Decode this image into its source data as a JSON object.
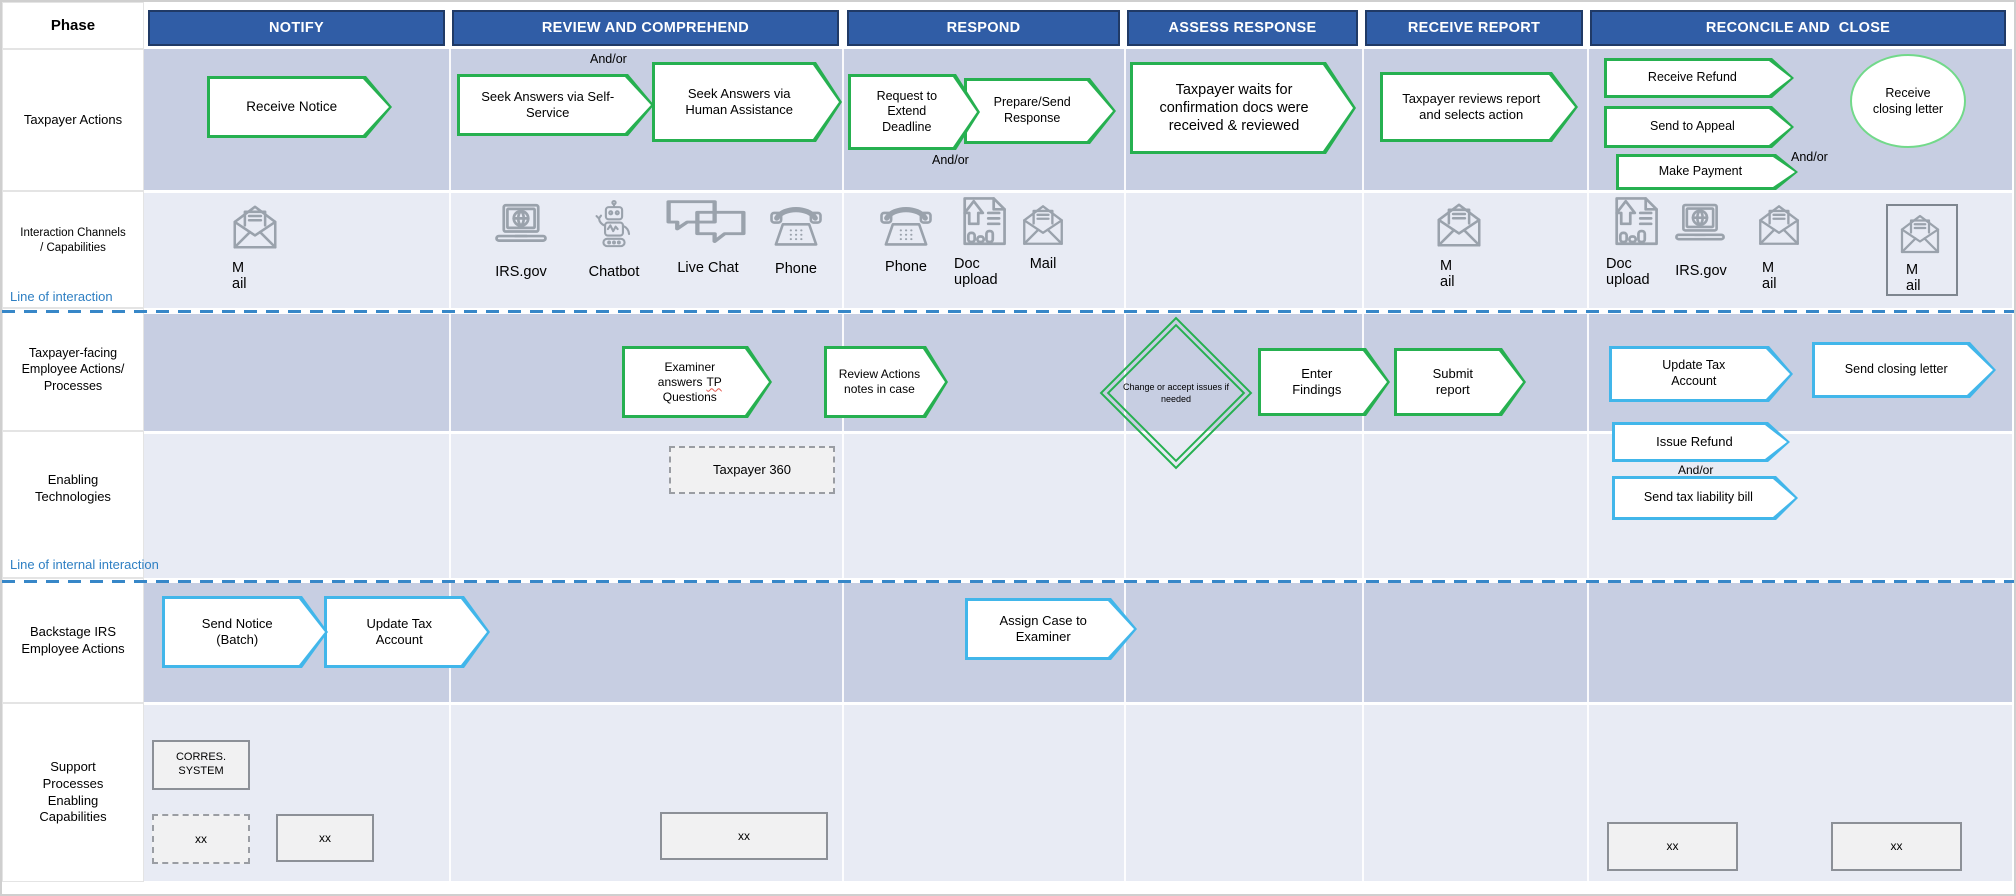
{
  "labels": {
    "and_or": "And/or"
  },
  "header": {
    "phase": "Phase",
    "notify": "NOTIFY",
    "review": "REVIEW AND COMPREHEND",
    "respond": "RESPOND",
    "assess": "ASSESS RESPONSE",
    "receive_report": "RECEIVE REPORT",
    "reconcile": "RECONCILE AND  CLOSE"
  },
  "row_labels": {
    "taxpayer_actions": "Taxpayer Actions",
    "channels": "Interaction Channels\n/ Capabilities",
    "employee": "Taxpayer-facing\nEmployee Actions/\nProcesses",
    "enabling": "Enabling\nTechnologies",
    "backstage": "Backstage IRS\nEmployee Actions",
    "support": "Support\nProcesses\nEnabling\nCapabilities"
  },
  "lines": {
    "interaction": "Line of interaction",
    "internal": "Line of internal interaction"
  },
  "taxpayer_actions": {
    "receive_notice": "Receive Notice",
    "seek_self": "Seek Answers via Self-Service",
    "seek_human": "Seek Answers via Human Assistance",
    "request_extend": "Request to Extend Deadline",
    "prepare_send": "Prepare/Send Response",
    "waits": "Taxpayer waits for confirmation docs were received & reviewed",
    "reviews_report": "Taxpayer reviews report and selects action",
    "receive_refund": "Receive Refund",
    "send_appeal": "Send to Appeal",
    "make_payment": "Make Payment",
    "closing_letter": "Receive closing letter"
  },
  "channels": {
    "notify_mail": "M\nail",
    "irs_gov": "IRS.gov",
    "chatbot": "Chatbot",
    "live_chat": "Live Chat",
    "phone_review": "Phone",
    "phone_respond": "Phone",
    "doc_upload_respond": "Doc\nupload",
    "mail_respond": "Mail",
    "mail_receive": "M\nail",
    "doc_upload_reconcile": "Doc\nupload",
    "irs_gov_reconcile": "IRS.gov",
    "mail_reconcile": "M\nail",
    "mail_boxed": "M\nail"
  },
  "employee": {
    "examiner_l1": "Examiner",
    "examiner_l2": "answers",
    "examiner_tp": "TP",
    "examiner_l3": "Questions",
    "review_actions": "Review Actions notes in case",
    "decision": "Change or accept issues if needed",
    "enter_findings": "Enter Findings",
    "submit_report": "Submit report",
    "update_tax": "Update Tax Account",
    "send_closing": "Send closing letter"
  },
  "enabling": {
    "taxpayer_360": "Taxpayer 360",
    "issue_refund": "Issue Refund",
    "send_tax_bill": "Send tax liability bill"
  },
  "backstage": {
    "send_notice": "Send Notice (Batch)",
    "update_tax": "Update Tax Account",
    "assign_case": "Assign Case to Examiner"
  },
  "support": {
    "corres": "CORRES.\nSYSTEM",
    "xx": "xx"
  },
  "colors": {
    "header_blue": "#305da6",
    "header_border": "#203a66",
    "band_dark": "#c7cee2",
    "band_light": "#e8ebf4",
    "arrow_green": "#26b050",
    "ellipse_green": "#72d98a",
    "arrow_blue": "#41b6ea",
    "line_blue": "#2e7fc3",
    "icon_gray": "#9aa2ac"
  }
}
